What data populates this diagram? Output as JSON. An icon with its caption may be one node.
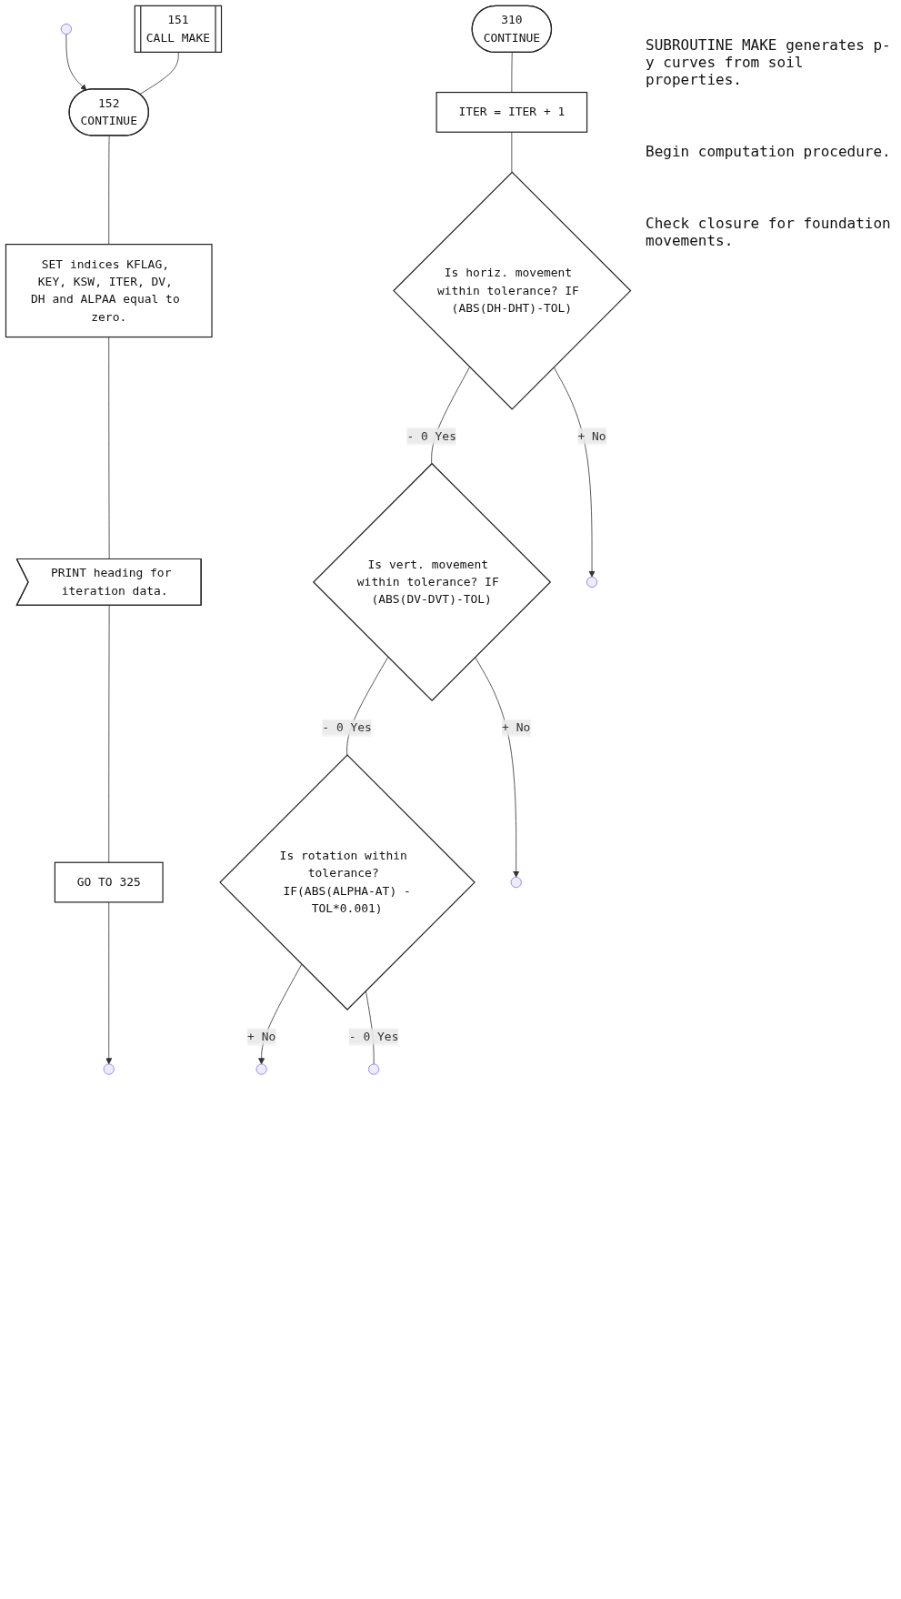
{
  "diagram": {
    "nodes": [
      {
        "text": [
          "151",
          "CALL MAKE"
        ]
      },
      {
        "text": [
          "152",
          "CONTINUE"
        ]
      },
      {
        "text": [
          "SET indices KFLAG, KEY, KSW, ITER, DV, DH and ALPAA equal to zero."
        ]
      },
      {
        "text": [
          "PRINT heading for iteration data."
        ]
      },
      {
        "text": [
          "GO TO 325"
        ]
      },
      {
        "text": [
          "310",
          "CONTINUE"
        ]
      },
      {
        "text": [
          "ITER = ITER + 1"
        ]
      },
      {
        "text": [
          "Is horiz. movement within tolerance? IF (ABS(DH-DHT)-TOL)"
        ]
      },
      {
        "text": [
          "Is vert. movement within tolerance? IF (ABS(DV-DVT)-TOL)"
        ]
      },
      {
        "text": [
          "Is rotation within tolerance? IF(ABS(ALPHA-AT) -TOL*0.001)"
        ]
      }
    ],
    "edges": [
      {
        "from": null,
        "to": 1,
        "arrow": "to"
      },
      {
        "from": 0,
        "to": 1,
        "arrow": "none"
      },
      {
        "from": 1,
        "to": 2,
        "arrow": "none"
      },
      {
        "from": 2,
        "to": 3,
        "arrow": "none"
      },
      {
        "from": 3,
        "to": 4,
        "arrow": "none"
      },
      {
        "from": 4,
        "to": null,
        "arrow": "to"
      },
      {
        "from": 5,
        "to": 6,
        "arrow": "none"
      },
      {
        "from": 6,
        "to": 7,
        "arrow": "none"
      },
      {
        "from": 7,
        "to": 8,
        "arrow": "none",
        "label": "- 0 Yes"
      },
      {
        "from": 8,
        "to": 9,
        "arrow": "none",
        "label": "- 0 Yes"
      },
      {
        "from": 7,
        "to": null,
        "arrow": "to",
        "label": "+ No"
      },
      {
        "from": 8,
        "to": null,
        "arrow": "to",
        "label": "+ No"
      },
      {
        "from": 9,
        "to": null,
        "arrow": "to",
        "label": "+ No"
      },
      {
        "from": 9,
        "to": null,
        "arrow": "none",
        "label": "- 0 Yes"
      }
    ],
    "labels": [
      "SUBROUTINE MAKE generates p-y curves from soil properties.",
      "Begin computation procedure.",
      "Check closure for foundation movements."
    ]
  }
}
